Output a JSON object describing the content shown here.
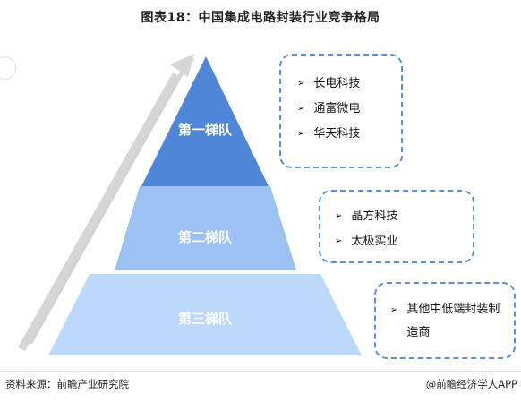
{
  "title": "图表18：中国集成电路封装行业竞争格局",
  "tiers": [
    {
      "label": "第一梯队",
      "color": "#4f86d8",
      "companies": [
        "长电科技",
        "通富微电",
        "华天科技"
      ]
    },
    {
      "label": "第二梯队",
      "color": "#9cc2f3",
      "companies": [
        "晶方科技",
        "太极实业"
      ]
    },
    {
      "label": "第三梯队",
      "color": "#bcd8fb",
      "companies": [
        "其他中低端封装制造商"
      ]
    }
  ],
  "bullet_glyph": "➢",
  "box_border_color": "#5b8fd6",
  "footer": {
    "source": "资料来源：前瞻产业研究院",
    "brand": "@前瞻经济学人APP"
  }
}
